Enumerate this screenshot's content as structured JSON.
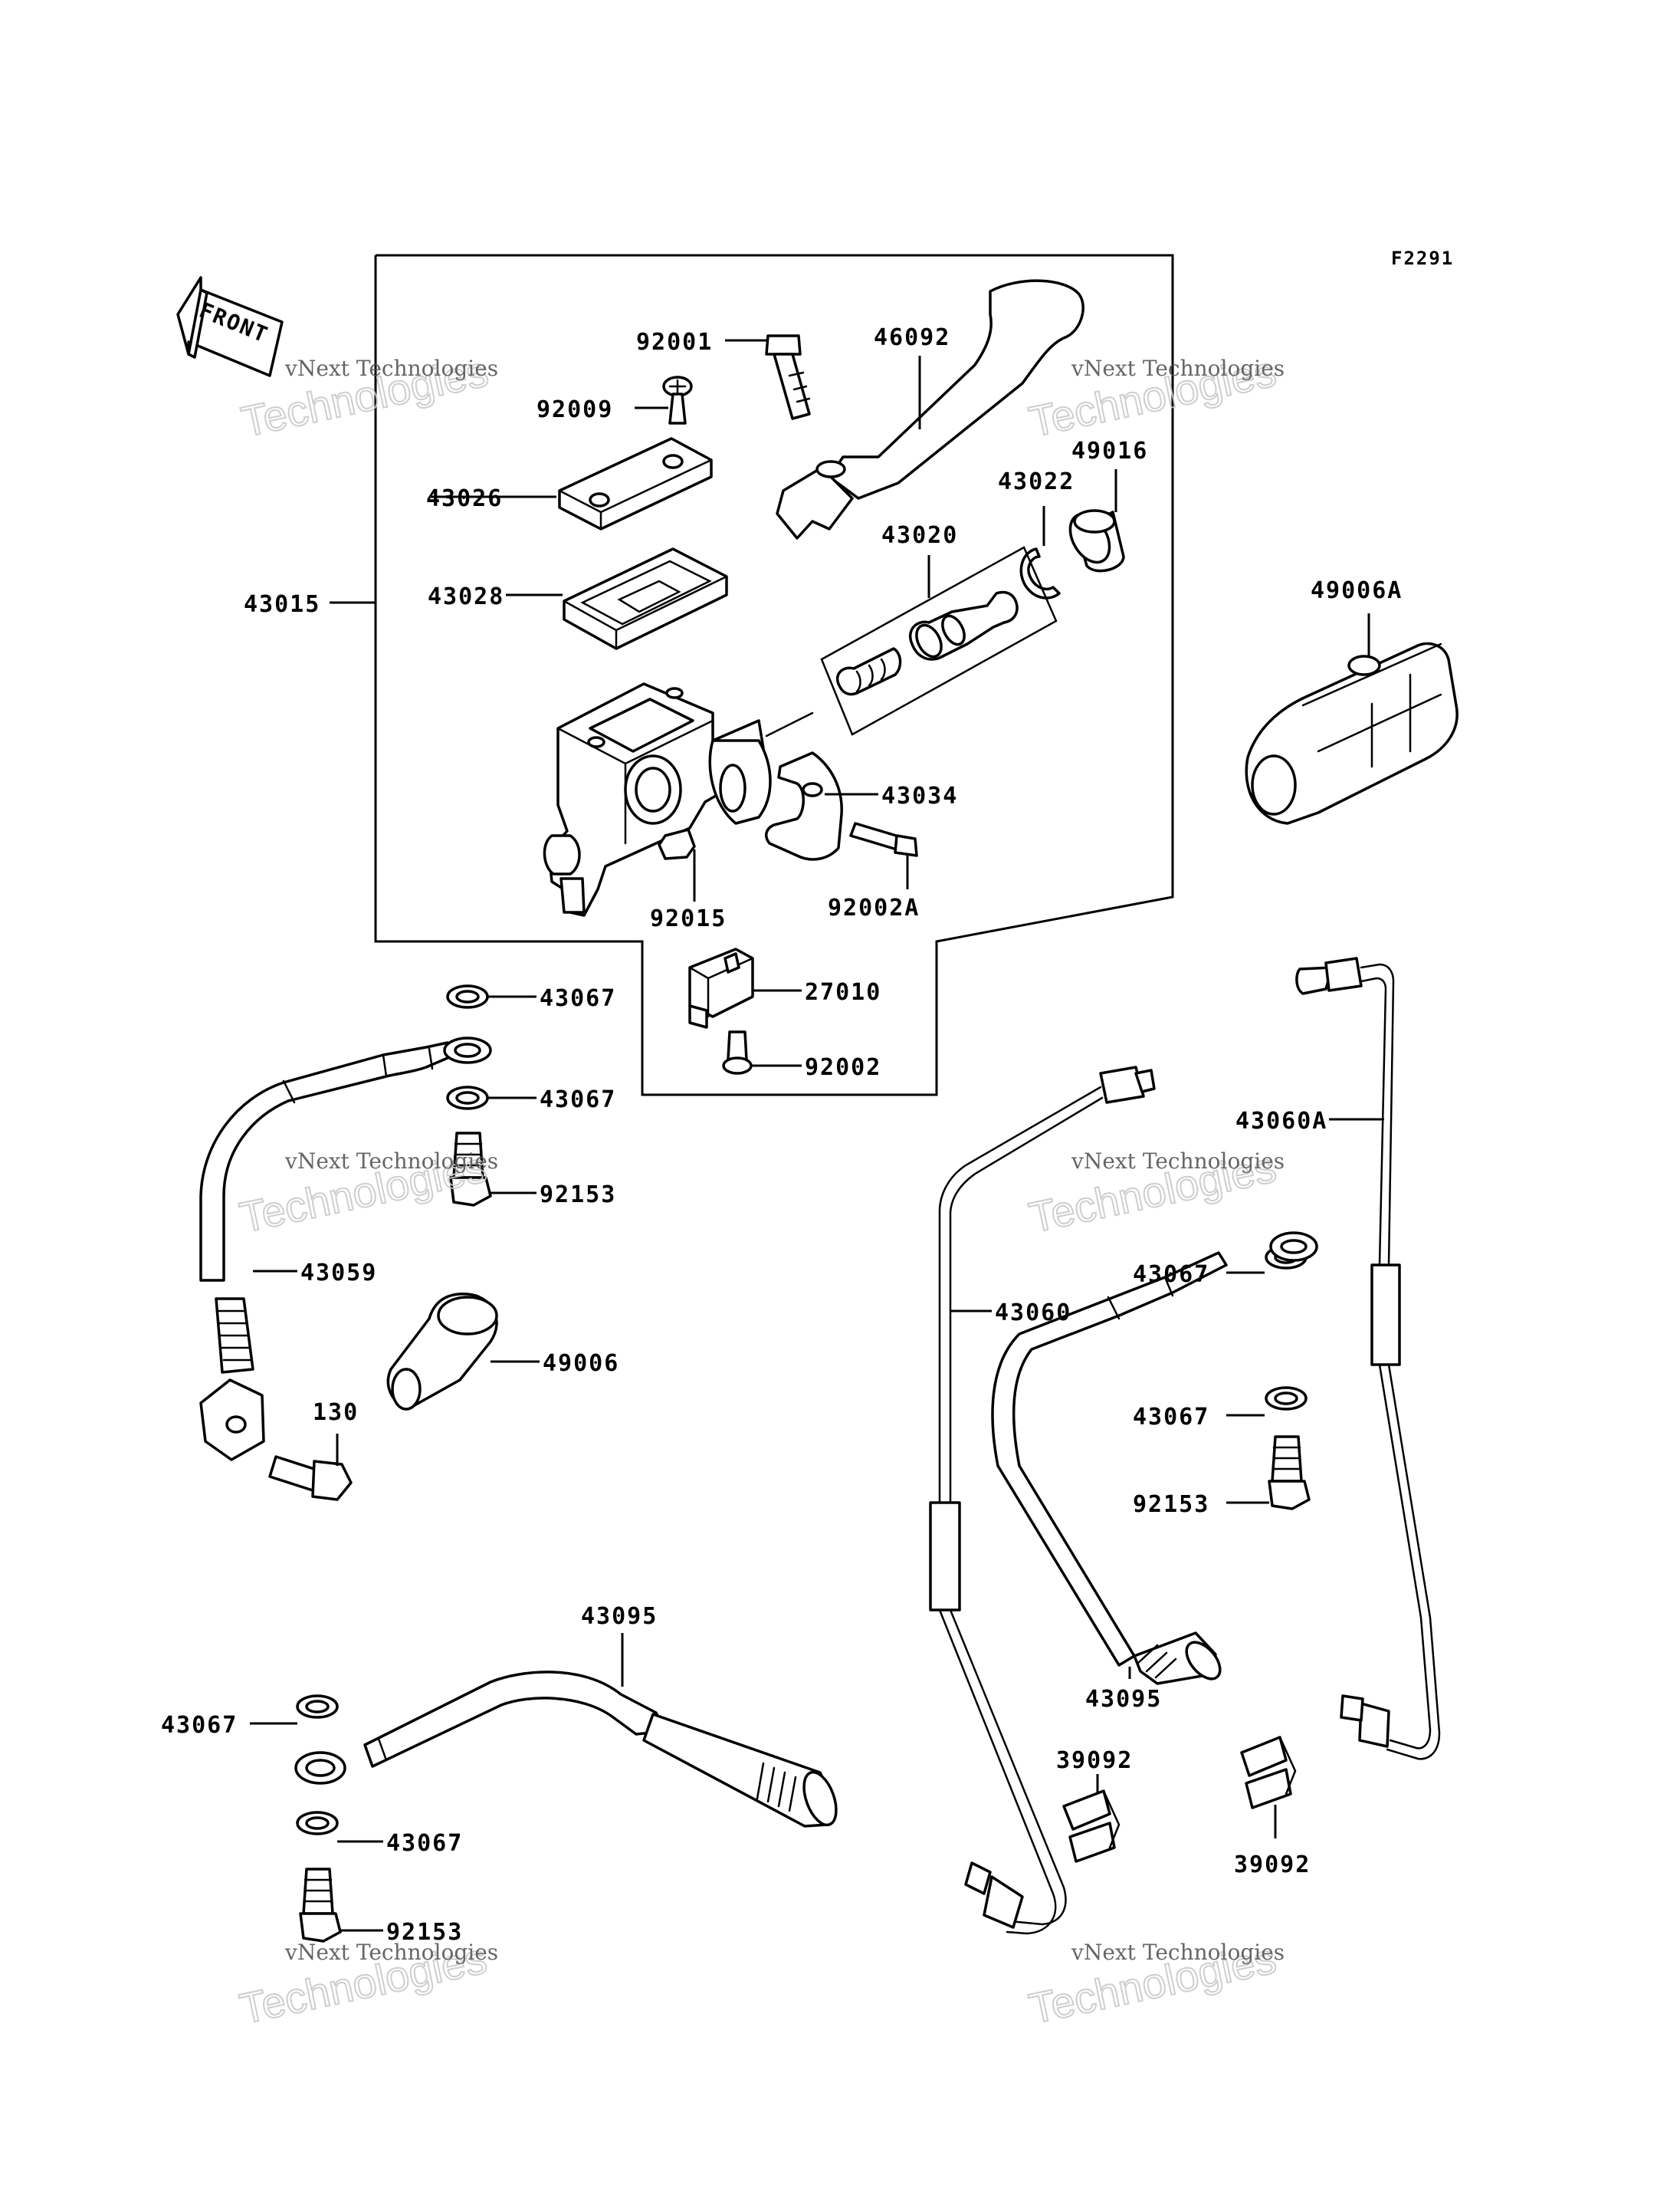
{
  "diagram_code": "F2291",
  "front_marker": "FRONT",
  "watermark": {
    "line1": "vNext Technologies",
    "line2": "Technologies"
  },
  "labels": {
    "p92001": "92001",
    "p46092": "46092",
    "p92009": "92009",
    "p43026": "43026",
    "p49016": "49016",
    "p43022": "43022",
    "p43020": "43020",
    "p43015": "43015",
    "p43028": "43028",
    "p49006A": "49006A",
    "p43034": "43034",
    "p92002A": "92002A",
    "p92015": "92015",
    "p27010": "27010",
    "p92002": "92002",
    "p43067a": "43067",
    "p43067b": "43067",
    "p92153a": "92153",
    "p43059": "43059",
    "p49006": "49006",
    "p130": "130",
    "p43060A": "43060A",
    "p43060": "43060",
    "p43067c": "43067",
    "p43067d": "43067",
    "p92153b": "92153",
    "p43095a": "43095",
    "p43095b": "43095",
    "p43067e": "43067",
    "p43067f": "43067",
    "p92153c": "92153",
    "p39092a": "39092",
    "p39092b": "39092"
  }
}
